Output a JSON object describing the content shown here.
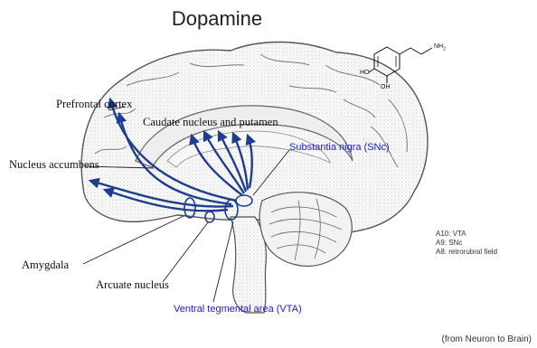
{
  "title": "Dopamine",
  "molecule": {
    "amine_group": "NH",
    "amine_subscript": "2",
    "hydroxyl_1": "HO",
    "hydroxyl_2": "OH"
  },
  "labels": {
    "prefrontal_cortex": "Prefrontal cortex",
    "caudate_putamen": "Caudate nucleus and putamen",
    "nucleus_accumbens": "Nucleus accumbens",
    "amygdala": "Amygdala",
    "arcuate_nucleus": "Arcuate nucleus",
    "substantia_nigra": "Substantia nigra (SNc)",
    "vta": "Ventral tegmental area (VTA)"
  },
  "legend": {
    "a10": "A10: VTA",
    "a9": "A9: SNc",
    "a8": "A8: retrorubral field"
  },
  "credit": "(from Neuron to Brain)",
  "colors": {
    "pathway": "#1f3d8f",
    "highlight_text": "#1a1adf",
    "outline": "#555555"
  }
}
